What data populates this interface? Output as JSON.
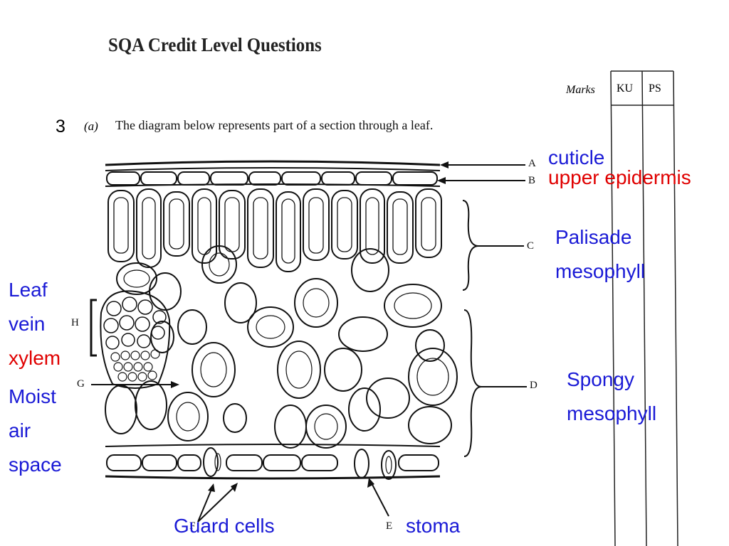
{
  "header": {
    "title": "SQA Credit Level Questions"
  },
  "question": {
    "number": "3",
    "part": "(a)",
    "text": "The diagram below represents part of a section through a leaf."
  },
  "marks_table": {
    "label": "Marks",
    "col1": "KU",
    "col2": "PS"
  },
  "diagram_letters": {
    "a": "A",
    "b": "B",
    "c": "C",
    "d": "D",
    "e": "E",
    "f": "F",
    "g": "G",
    "h": "H"
  },
  "annotations": {
    "cuticle": "cuticle",
    "upper_epidermis": "upper epidermis",
    "palisade_line1": "Palisade",
    "palisade_line2": "mesophyll",
    "spongy_line1": "Spongy",
    "spongy_line2": "mesophyll",
    "leaf_vein_line1": "Leaf",
    "leaf_vein_line2": "vein",
    "xylem": "xylem",
    "moist_line1": "Moist",
    "moist_line2": "air",
    "moist_line3": "space",
    "guard_cells": "Guard cells",
    "stoma": "stoma"
  },
  "colors": {
    "annotation_blue": "#1a1ad6",
    "annotation_red": "#e00000"
  }
}
